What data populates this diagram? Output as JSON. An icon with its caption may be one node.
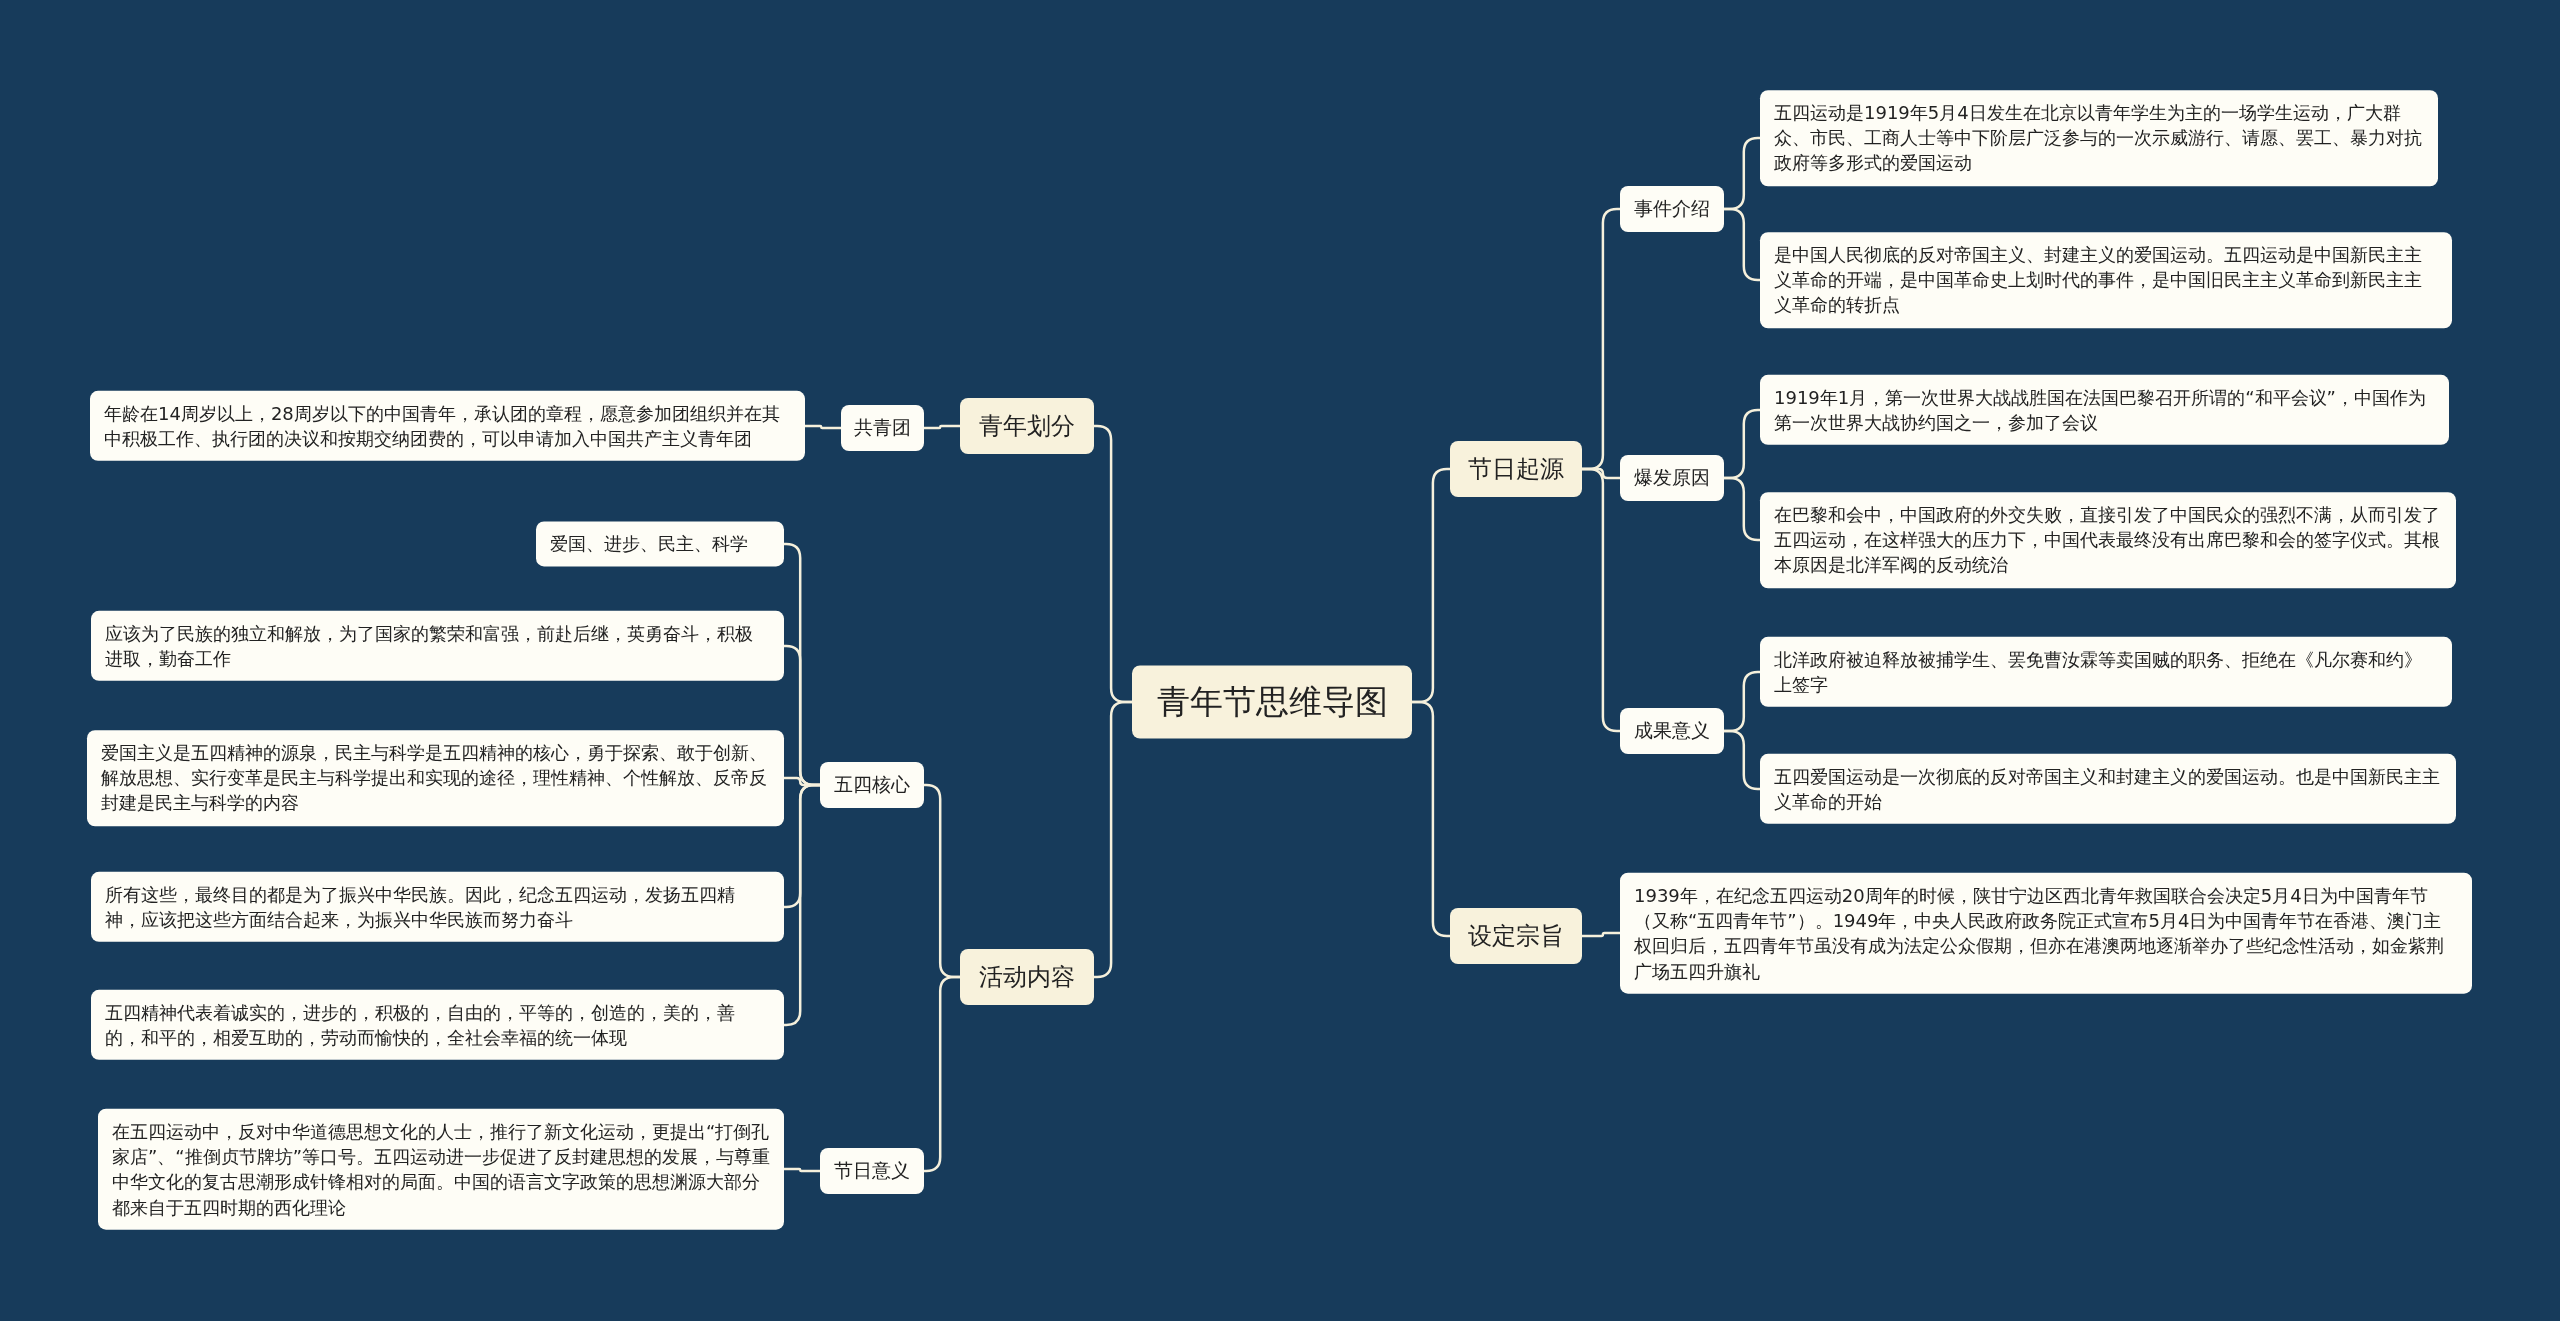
{
  "diagram": {
    "nodes": [
      {
        "text": [
          "青年节思维导图"
        ]
      },
      {
        "text": [
          "青年划分"
        ]
      },
      {
        "text": [
          "共青团"
        ]
      },
      {
        "text": [
          "年龄在14周岁以上，28周岁以下的中国青年，承认团的章程，愿意参加团组织并在其中积极工作、执行团的决议和按期交纳团费的，可以申请加入中国共产主义青年团"
        ]
      },
      {
        "text": [
          "活动内容"
        ]
      },
      {
        "text": [
          "五四核心"
        ]
      },
      {
        "text": [
          "爱国、进步、民主、科学"
        ]
      },
      {
        "text": [
          "应该为了民族的独立和解放，为了国家的繁荣和富强，前赴后继，英勇奋斗，积极进取，勤奋工作"
        ]
      },
      {
        "text": [
          "爱国主义是五四精神的源泉，民主与科学是五四精神的核心，勇于探索、敢于创新、解放思想、实行变革是民主与科学提出和实现的途径，理性精神、个性解放、反帝反封建是民主与科学的内容"
        ]
      },
      {
        "text": [
          "所有这些，最终目的都是为了振兴中华民族。因此，纪念五四运动，发扬五四精神，应该把这些方面结合起来，为振兴中华民族而努力奋斗"
        ]
      },
      {
        "text": [
          "五四精神代表着诚实的，进步的，积极的，自由的，平等的，创造的，美的，善的，和平的，相爱互助的，劳动而愉快的，全社会幸福的统一体现"
        ]
      },
      {
        "text": [
          "节日意义"
        ]
      },
      {
        "text": [
          "在五四运动中，反对中华道德思想文化的人士，推行了新文化运动，更提出“打倒孔家店”、“推倒贞节牌坊”等口号。五四运动进一步促进了反封建思想的发展，与尊重中华文化的复古思潮形成针锋相对的局面。中国的语言文字政策的思想渊源大部分都来自于五四时期的西化理论"
        ]
      },
      {
        "text": [
          "节日起源"
        ]
      },
      {
        "text": [
          "事件介绍"
        ]
      },
      {
        "text": [
          "五四运动是1919年5月4日发生在北京以青年学生为主的一场学生运动，广大群众、市民、工商人士等中下阶层广泛参与的一次示威游行、请愿、罢工、暴力对抗政府等多形式的爱国运动"
        ]
      },
      {
        "text": [
          "是中国人民彻底的反对帝国主义、封建主义的爱国运动。五四运动是中国新民主主义革命的开端，是中国革命史上划时代的事件，是中国旧民主主义革命到新民主主义革命的转折点"
        ]
      },
      {
        "text": [
          "爆发原因"
        ]
      },
      {
        "text": [
          "1919年1月，第一次世界大战战胜国在法国巴黎召开所谓的“和平会议”，中国作为第一次世界大战协约国之一，参加了会议"
        ]
      },
      {
        "text": [
          "在巴黎和会中，中国政府的外交失败，直接引发了中国民众的强烈不满，从而引发了五四运动，在这样强大的压力下，中国代表最终没有出席巴黎和会的签字仪式。其根本原因是北洋军阀的反动统治"
        ]
      },
      {
        "text": [
          "成果意义"
        ]
      },
      {
        "text": [
          "北洋政府被迫释放被捕学生、罢免曹汝霖等卖国贼的职务、拒绝在《凡尔赛和约》上签字"
        ]
      },
      {
        "text": [
          "五四爱国运动是一次彻底的反对帝国主义和封建主义的爱国运动。也是中国新民主主义革命的开始"
        ]
      },
      {
        "text": [
          "设定宗旨"
        ]
      },
      {
        "text": [
          "1939年，在纪念五四运动20周年的时候，陕甘宁边区西北青年救国联合会决定5月4日为中国青年节（又称“五四青年节”）。1949年，中央人民政府政务院正式宣布5月4日为中国青年节在香港、澳门主权回归后，五四青年节虽没有成为法定公众假期，但亦在港澳两地逐渐举办了些纪念性活动，如金紫荆广场五四升旗礼"
        ]
      }
    ],
    "edges": [
      {
        "from": 0,
        "to": 1,
        "arrow": "none"
      },
      {
        "from": 1,
        "to": 2,
        "arrow": "none"
      },
      {
        "from": 2,
        "to": 3,
        "arrow": "none"
      },
      {
        "from": 0,
        "to": 4,
        "arrow": "none"
      },
      {
        "from": 4,
        "to": 5,
        "arrow": "none"
      },
      {
        "from": 5,
        "to": 6,
        "arrow": "none"
      },
      {
        "from": 5,
        "to": 7,
        "arrow": "none"
      },
      {
        "from": 5,
        "to": 8,
        "arrow": "none"
      },
      {
        "from": 5,
        "to": 9,
        "arrow": "none"
      },
      {
        "from": 5,
        "to": 10,
        "arrow": "none"
      },
      {
        "from": 4,
        "to": 11,
        "arrow": "none"
      },
      {
        "from": 11,
        "to": 12,
        "arrow": "none"
      },
      {
        "from": 0,
        "to": 13,
        "arrow": "none"
      },
      {
        "from": 13,
        "to": 14,
        "arrow": "none"
      },
      {
        "from": 14,
        "to": 15,
        "arrow": "none"
      },
      {
        "from": 14,
        "to": 16,
        "arrow": "none"
      },
      {
        "from": 13,
        "to": 17,
        "arrow": "none"
      },
      {
        "from": 17,
        "to": 18,
        "arrow": "none"
      },
      {
        "from": 17,
        "to": 19,
        "arrow": "none"
      },
      {
        "from": 13,
        "to": 20,
        "arrow": "none"
      },
      {
        "from": 20,
        "to": 21,
        "arrow": "none"
      },
      {
        "from": 20,
        "to": 22,
        "arrow": "none"
      },
      {
        "from": 0,
        "to": 23,
        "arrow": "none"
      },
      {
        "from": 23,
        "to": 24,
        "arrow": "none"
      }
    ]
  }
}
